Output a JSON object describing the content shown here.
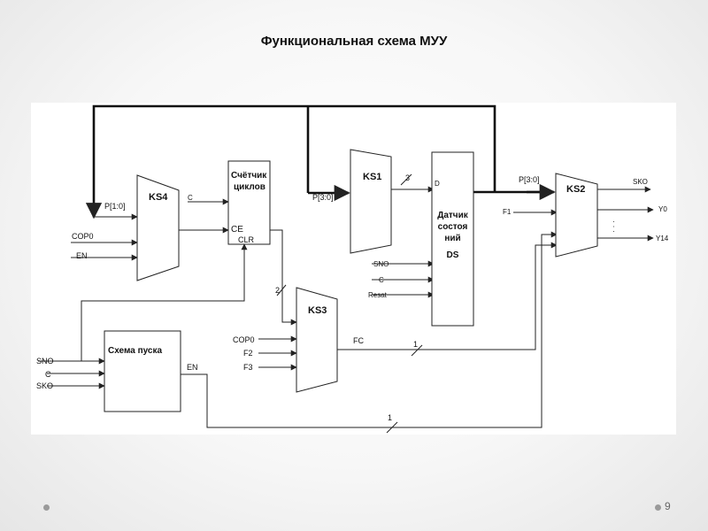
{
  "slide": {
    "title": "Функциональная схема МУУ",
    "page_number": "9"
  },
  "blocks": {
    "ks4": {
      "label": "KS4"
    },
    "counter": {
      "line1": "Счётчик",
      "line2": "циклов",
      "ce": "CE",
      "clr": "CLR"
    },
    "ks1": {
      "label": "KS1"
    },
    "ds": {
      "line1": "Датчик",
      "line2": "состоя",
      "line3": "ний",
      "line4": "DS",
      "d": "D"
    },
    "ks2": {
      "label": "KS2"
    },
    "ks3": {
      "label": "KS3"
    },
    "start": {
      "label": "Схема пуска"
    }
  },
  "signals": {
    "c": "C",
    "p10": "P[1:0]",
    "cop0": "COP0",
    "en": "EN",
    "p30": "P[3:0]",
    "three": "3",
    "two": "2",
    "one": "1",
    "f1": "F1",
    "f2": "F2",
    "f3": "F3",
    "fc": "FC",
    "sno": "SNO",
    "resat": "Resat",
    "sko": "SKO",
    "y0": "Y0",
    "y14": "Y14",
    "ellipsis": "· · ·"
  }
}
